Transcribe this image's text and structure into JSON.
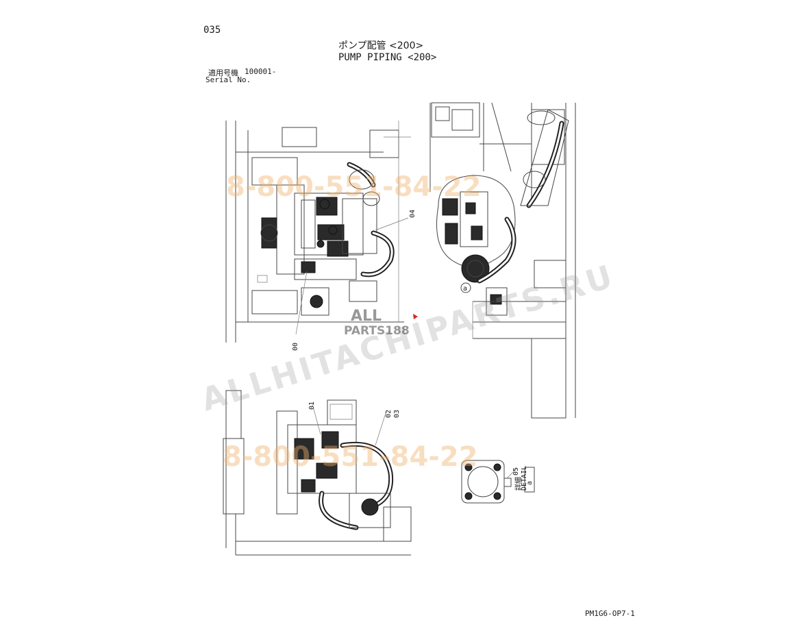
{
  "header": {
    "page_number": "035",
    "title_jp": "ポンプ配管 <200>",
    "title_en": "PUMP PIPING <200>",
    "serial_label_jp": "適用号機",
    "serial_value": "100001-",
    "serial_label_en": "Serial No."
  },
  "callouts": {
    "c00": "00",
    "c01": "01",
    "c02": "02",
    "c03": "03",
    "c04": "04",
    "c05": "05",
    "detail_marker": "a",
    "detail_label_jp": "詳細",
    "detail_label_en": "DETAIL",
    "detail_letter": "a"
  },
  "watermarks": {
    "phone": "8-800-551-84-22",
    "site": "ALLHITACHIPARTS.RU",
    "logo_top": "ALL",
    "logo_bottom": "PARTS188"
  },
  "footer": {
    "drawing_code": "PM1G6-OP7-1"
  },
  "colors": {
    "line": "#444444",
    "phone_watermark": "#f0b26c",
    "site_watermark": "#9a9a9a",
    "marker": "#e02020"
  }
}
